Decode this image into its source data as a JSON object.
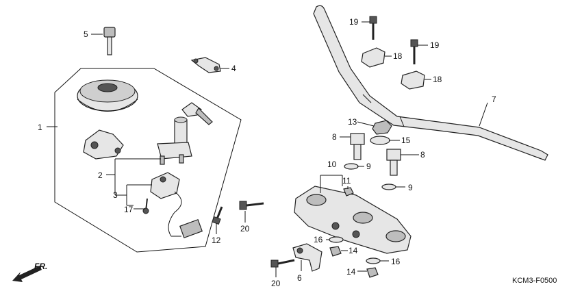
{
  "callouts": {
    "c1": "1",
    "c2": "2",
    "c3": "3",
    "c4": "4",
    "c5": "5",
    "c6": "6",
    "c7": "7",
    "c8a": "8",
    "c8b": "8",
    "c9a": "9",
    "c9b": "9",
    "c10": "10",
    "c11": "11",
    "c12": "12",
    "c13": "13",
    "c14a": "14",
    "c14b": "14",
    "c15": "15",
    "c16a": "16",
    "c16b": "16",
    "c17": "17",
    "c18a": "18",
    "c18b": "18",
    "c19a": "19",
    "c19b": "19",
    "c20a": "20",
    "c20b": "20"
  },
  "direction_label": "FR.",
  "diagram_code": "KCM3-F0500"
}
